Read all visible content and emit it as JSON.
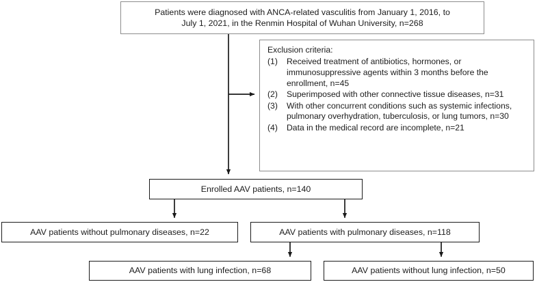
{
  "figure": {
    "type": "study-flow-diagram",
    "colors": {
      "outer_border": "#8c8c8c",
      "inner_border": "#1a1a1a",
      "connector": "#1a1a1a",
      "text": "#1b1b1b",
      "background": "#ffffff"
    }
  },
  "nodes": {
    "source": {
      "line1": "Patients were diagnosed with ANCA-related vasculitis from January 1, 2016, to",
      "line2": "July 1, 2021, in the Renmin Hospital of Wuhan University, n=268",
      "n": 268
    },
    "exclusion": {
      "heading": "Exclusion criteria:",
      "items": [
        {
          "marker": "(1)",
          "text": "Received treatment of antibiotics, hormones, or immunosuppressive agents within 3 months before the enrollment, n=45",
          "n": 45
        },
        {
          "marker": "(2)",
          "text": "Superimposed with other connective tissue diseases, n=31",
          "n": 31
        },
        {
          "marker": "(3)",
          "text": " With other concurrent conditions such as systemic infections, pulmonary overhydration, tuberculosis, or lung tumors, n=30",
          "n": 30
        },
        {
          "marker": "(4)",
          "text": "Data in the medical record are incomplete, n=21",
          "n": 21
        }
      ]
    },
    "enrolled": {
      "label": "Enrolled AAV patients, n=140",
      "n": 140
    },
    "without_pulmonary": {
      "label": "AAV patients without pulmonary diseases, n=22",
      "n": 22
    },
    "with_pulmonary": {
      "label": "AAV patients with pulmonary diseases, n=118",
      "n": 118
    },
    "with_lung_infection": {
      "label": "AAV patients with lung infection, n=68",
      "n": 68
    },
    "without_lung_infection": {
      "label": "AAV patients without lung infection, n=50",
      "n": 50
    }
  },
  "connectors": [
    {
      "name": "source-to-enrolled",
      "kind": "arrow-down"
    },
    {
      "name": "source-to-exclusion",
      "kind": "arrow-right"
    },
    {
      "name": "enrolled-to-without-pulmonary",
      "kind": "arrow-down"
    },
    {
      "name": "enrolled-to-with-pulmonary",
      "kind": "arrow-down"
    },
    {
      "name": "with-pulmonary-to-lung-infection",
      "kind": "arrow-down"
    },
    {
      "name": "with-pulmonary-to-without-lung-infection",
      "kind": "arrow-down"
    }
  ]
}
